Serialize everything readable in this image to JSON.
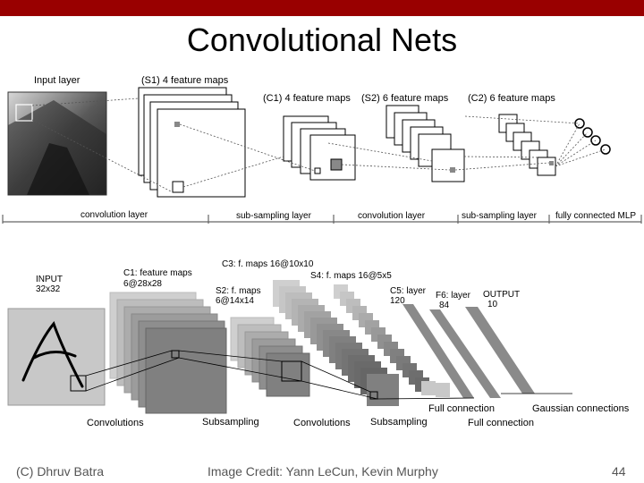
{
  "slide": {
    "title": "Convolutional Nets",
    "footer_left": "(C) Dhruv Batra",
    "footer_center": "Image Credit: Yann LeCun, Kevin Murphy",
    "page_number": "44",
    "accent_color": "#990000"
  },
  "top_diagram": {
    "input_label": "Input layer",
    "s1_label": "(S1) 4 feature maps",
    "c1_label": "(C1) 4 feature maps",
    "s2_label": "(S2) 6 feature maps",
    "c2_label": "(C2) 6 feature maps",
    "stages": [
      "convolution layer",
      "sub-sampling layer",
      "convolution layer",
      "sub-sampling layer",
      "fully connected MLP"
    ]
  },
  "bottom_diagram": {
    "input_label": "INPUT",
    "input_size": "32x32",
    "c1_label": "C1: feature maps",
    "c1_size": "6@28x28",
    "s2_label": "S2: f. maps",
    "s2_size": "6@14x14",
    "c3_label": "C3: f. maps 16@10x10",
    "s4_label": "S4: f. maps 16@5x5",
    "c5_label": "C5: layer",
    "c5_size": "120",
    "f6_label": "F6: layer",
    "f6_size": "84",
    "output_label": "OUTPUT",
    "output_size": "10",
    "ops": [
      "Convolutions",
      "Subsampling",
      "Convolutions",
      "Subsampling",
      "Full connection",
      "Full connection",
      "Gaussian connections"
    ]
  }
}
